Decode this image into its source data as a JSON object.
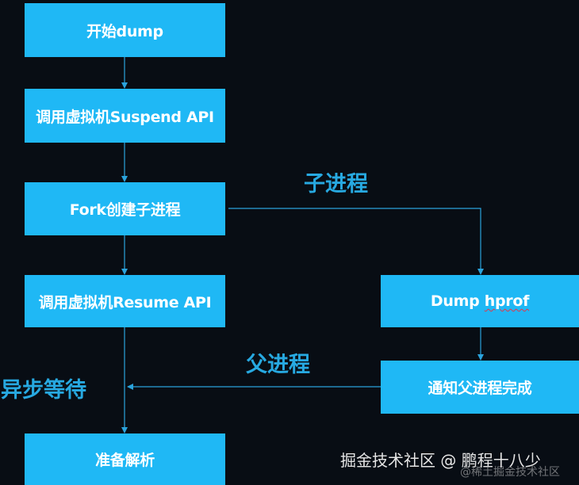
{
  "colors": {
    "background": "#080d14",
    "box_fill": "#1fb8f5",
    "box_text": "#ffffff",
    "connector": "#2aa3dc",
    "label": "#27a9e1"
  },
  "nodes": [
    {
      "id": "start",
      "label": "开始dump"
    },
    {
      "id": "suspend",
      "label": "调用虚拟机Suspend API"
    },
    {
      "id": "fork",
      "label": "Fork创建子进程"
    },
    {
      "id": "resume",
      "label": "调用虚拟机Resume API"
    },
    {
      "id": "prepare",
      "label": "准备解析"
    },
    {
      "id": "dump",
      "label_main": "Dump ",
      "label_flagged": "hprof"
    },
    {
      "id": "notify",
      "label": "通知父进程完成"
    }
  ],
  "edges": [
    {
      "from": "start",
      "to": "suspend"
    },
    {
      "from": "suspend",
      "to": "fork"
    },
    {
      "from": "fork",
      "to": "resume"
    },
    {
      "from": "resume",
      "to": "prepare"
    },
    {
      "from": "fork",
      "to": "dump",
      "label": "子进程"
    },
    {
      "from": "dump",
      "to": "notify"
    },
    {
      "from": "notify",
      "to": "resume-prepare-line",
      "label": "父进程"
    }
  ],
  "labels": {
    "child_process": "子进程",
    "parent_process": "父进程",
    "async_wait": "异步等待"
  },
  "watermark": {
    "primary": "掘金技术社区 @ 鹏程十八少",
    "secondary": "@稀土掘金技术社区"
  }
}
